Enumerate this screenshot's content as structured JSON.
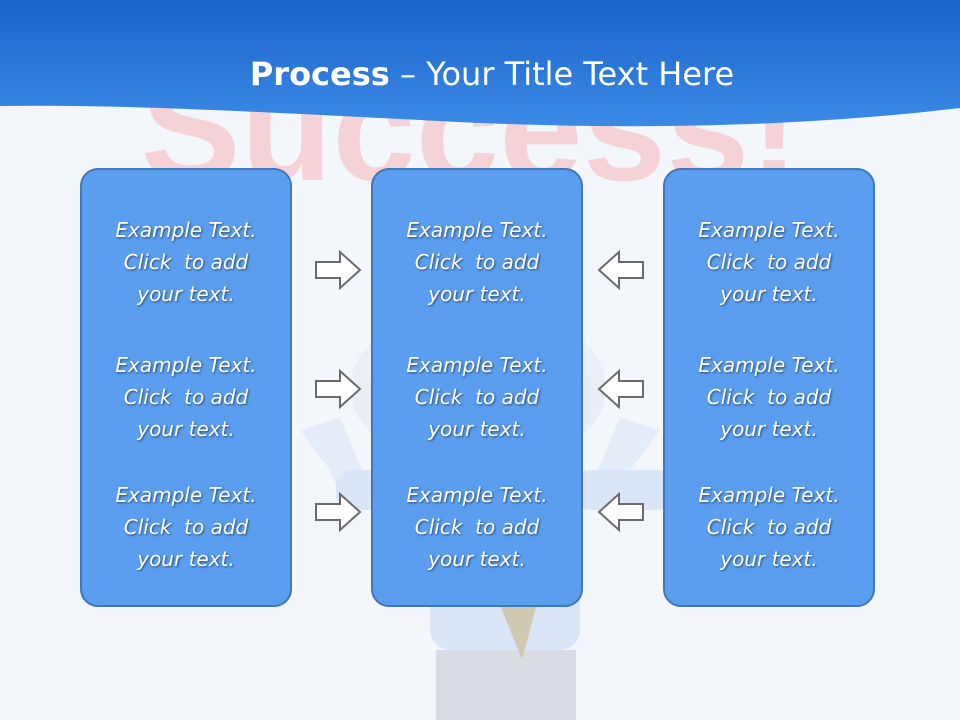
{
  "slide": {
    "title_bold": "Process",
    "title_rest": " – Your Title Text Here",
    "columns": [
      {
        "items": [
          {
            "line1": "Example Text.",
            "line2": "Click  to add",
            "line3": "your text."
          },
          {
            "line1": "Example Text.",
            "line2": "Click  to add",
            "line3": "your text."
          },
          {
            "line1": "Example Text.",
            "line2": "Click  to add",
            "line3": "your text."
          }
        ]
      },
      {
        "items": [
          {
            "line1": "Example Text.",
            "line2": "Click  to add",
            "line3": "your text."
          },
          {
            "line1": "Example Text.",
            "line2": "Click  to add",
            "line3": "your text."
          },
          {
            "line1": "Example Text.",
            "line2": "Click  to add",
            "line3": "your text."
          }
        ]
      },
      {
        "items": [
          {
            "line1": "Example Text.",
            "line2": "Click  to add",
            "line3": "your text."
          },
          {
            "line1": "Example Text.",
            "line2": "Click  to add",
            "line3": "your text."
          },
          {
            "line1": "Example Text.",
            "line2": "Click  to add",
            "line3": "your text."
          }
        ]
      }
    ],
    "arrows": {
      "left_to_center": "right-arrow-icon",
      "right_to_center": "left-arrow-icon"
    },
    "background_word": "Success!"
  },
  "colors": {
    "header_blue": "#1f6fd6",
    "box_fill": "#5b9ef0",
    "box_border": "#3f77b8",
    "arrow_fill": "#ffffff",
    "arrow_stroke": "#6b6b6b",
    "faded_word": "#f2a7ad"
  }
}
